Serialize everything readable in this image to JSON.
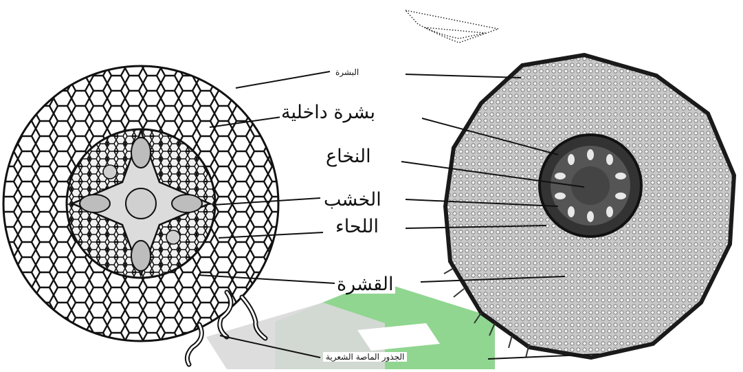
{
  "labels": {
    "epidermis": "البشرة",
    "endodermis": "بشرة داخلية",
    "pith": "النخاع",
    "xylem": "الخشب",
    "phloem": "اللحاء",
    "cortex": "القشرة",
    "root_hairs": "الجذور الماصة الشعرية"
  },
  "colors": {
    "line": "#111111",
    "cortex_fill": "#bdbdbd",
    "stele_fill": "#3a3a3a",
    "watermark_green": "#7dcf7d",
    "watermark_gray": "#d9d9d9"
  }
}
